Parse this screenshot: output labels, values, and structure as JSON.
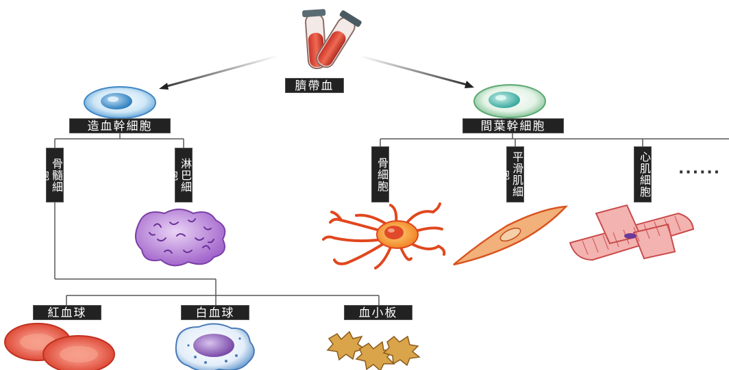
{
  "diagram": {
    "root": {
      "label": "臍帶血",
      "icon": "test-tubes-icon"
    },
    "hematopoietic": {
      "label": "造血幹細胞",
      "icon": "hematopoietic-stem-cell-icon",
      "children": [
        {
          "label": "骨髓細胞"
        },
        {
          "label": "淋巴細胞",
          "icon": "lymphocyte-icon"
        }
      ],
      "blood_cells": [
        {
          "label": "紅血球",
          "icon": "red-blood-cell-icon"
        },
        {
          "label": "白血球",
          "icon": "white-blood-cell-icon"
        },
        {
          "label": "血小板",
          "icon": "platelet-icon"
        }
      ]
    },
    "mesenchymal": {
      "label": "間葉幹細胞",
      "icon": "mesenchymal-stem-cell-icon",
      "children": [
        {
          "label": "骨細胞",
          "icon": "bone-cell-icon"
        },
        {
          "label": "平滑肌細胞",
          "icon": "smooth-muscle-cell-icon"
        },
        {
          "label": "心肌細胞",
          "icon": "cardiac-muscle-cell-icon"
        }
      ],
      "more": "······"
    },
    "colors": {
      "label_bg": "#222222",
      "label_text": "#ffffff",
      "line": "#555555",
      "blood": "#d9442e",
      "stem_blue": "#5aa4d8",
      "stem_green": "#7fc49a",
      "purple": "#9b5fc0",
      "orange": "#f08a2a",
      "muscle": "#e9969a"
    }
  }
}
